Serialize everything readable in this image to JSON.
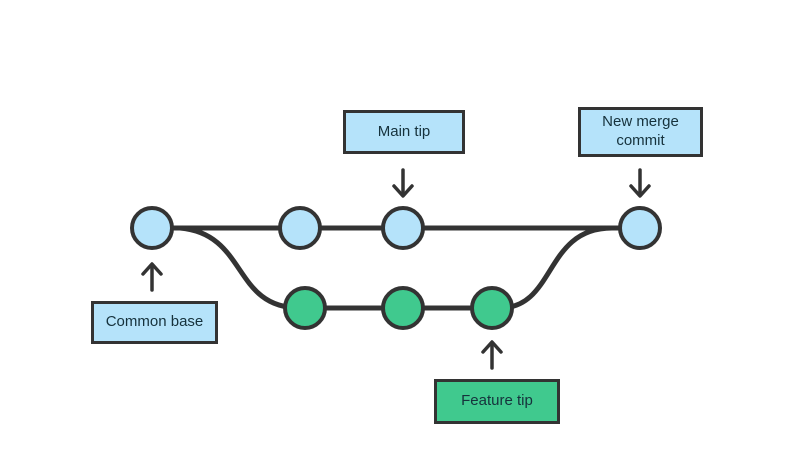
{
  "diagram": {
    "type": "git-branch-merge-diagram",
    "labels": {
      "main_tip": "Main tip",
      "new_merge_commit": "New merge commit",
      "common_base": "Common base",
      "feature_tip": "Feature tip"
    },
    "colors": {
      "commit_blue": "#B5E3FA",
      "commit_green": "#40C98E",
      "line": "#333333",
      "label_text": "#16323C",
      "label_blue_bg": "#B5E3FA",
      "label_green_bg": "#40C98E",
      "background": "#FFFFFF"
    },
    "counts": {
      "main_branch_commits": 3,
      "feature_branch_commits": 3,
      "merge_commits": 1
    }
  }
}
